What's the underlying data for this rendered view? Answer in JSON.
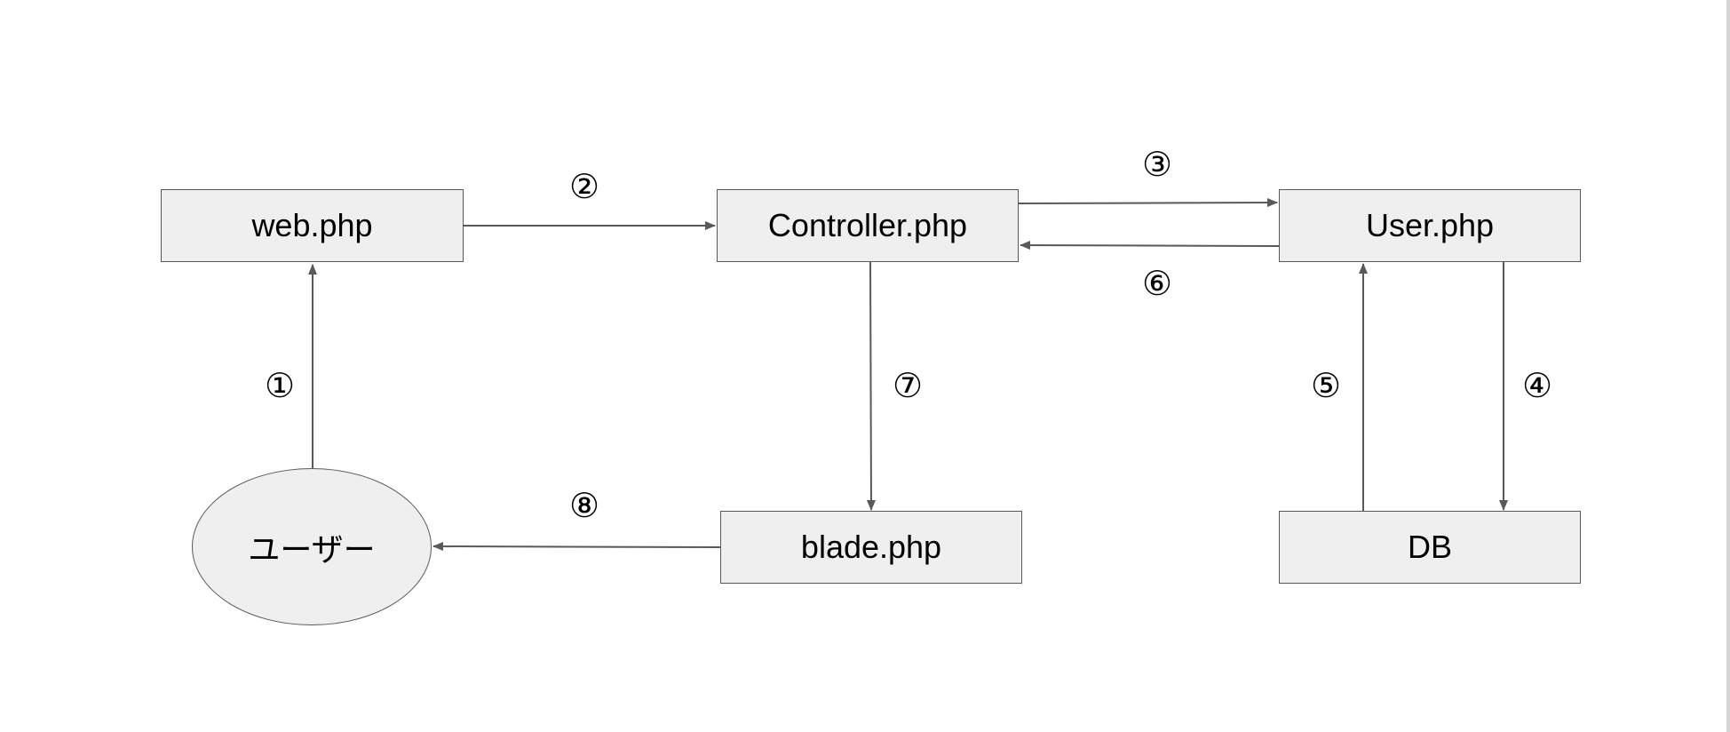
{
  "nodes": {
    "web": "web.php",
    "controller": "Controller.php",
    "user_model": "User.php",
    "user": "ユーザー",
    "blade": "blade.php",
    "db": "DB"
  },
  "steps": {
    "s1": "①",
    "s2": "②",
    "s3": "③",
    "s4": "④",
    "s5": "⑤",
    "s6": "⑥",
    "s7": "⑦",
    "s8": "⑧"
  },
  "colors": {
    "node_fill": "#efefef",
    "stroke": "#595959",
    "background": "#ffffff"
  }
}
